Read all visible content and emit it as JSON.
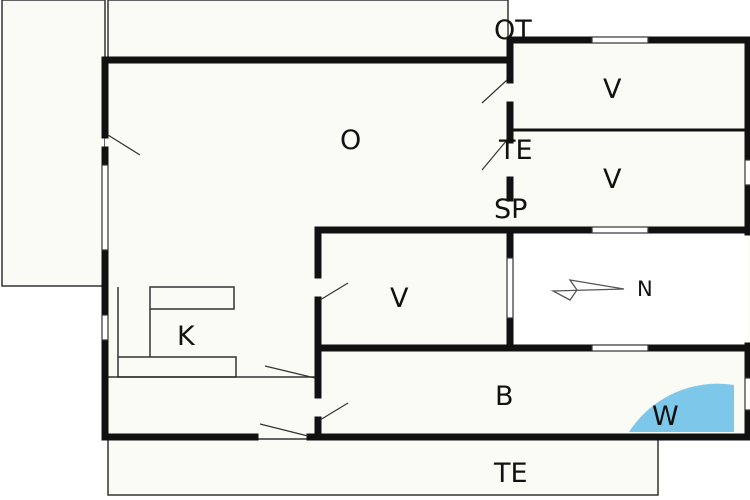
{
  "floorplan": {
    "colors": {
      "background": "#ffffff",
      "floor": "#fbfbf6",
      "wall": "#111111",
      "line": "#333333",
      "wet_area": "#7dc8ea"
    },
    "labels": {
      "ot": "OT",
      "o": "O",
      "te_upper": "TE",
      "sp": "SP",
      "v_top": "V",
      "v_mid": "V",
      "v_small": "V",
      "k": "K",
      "n": "N",
      "b": "B",
      "w": "W",
      "te_bottom": "TE"
    },
    "icons": {
      "north_arrow": "north-arrow-icon",
      "shower_quarter_circle": "shower-area-icon"
    }
  }
}
